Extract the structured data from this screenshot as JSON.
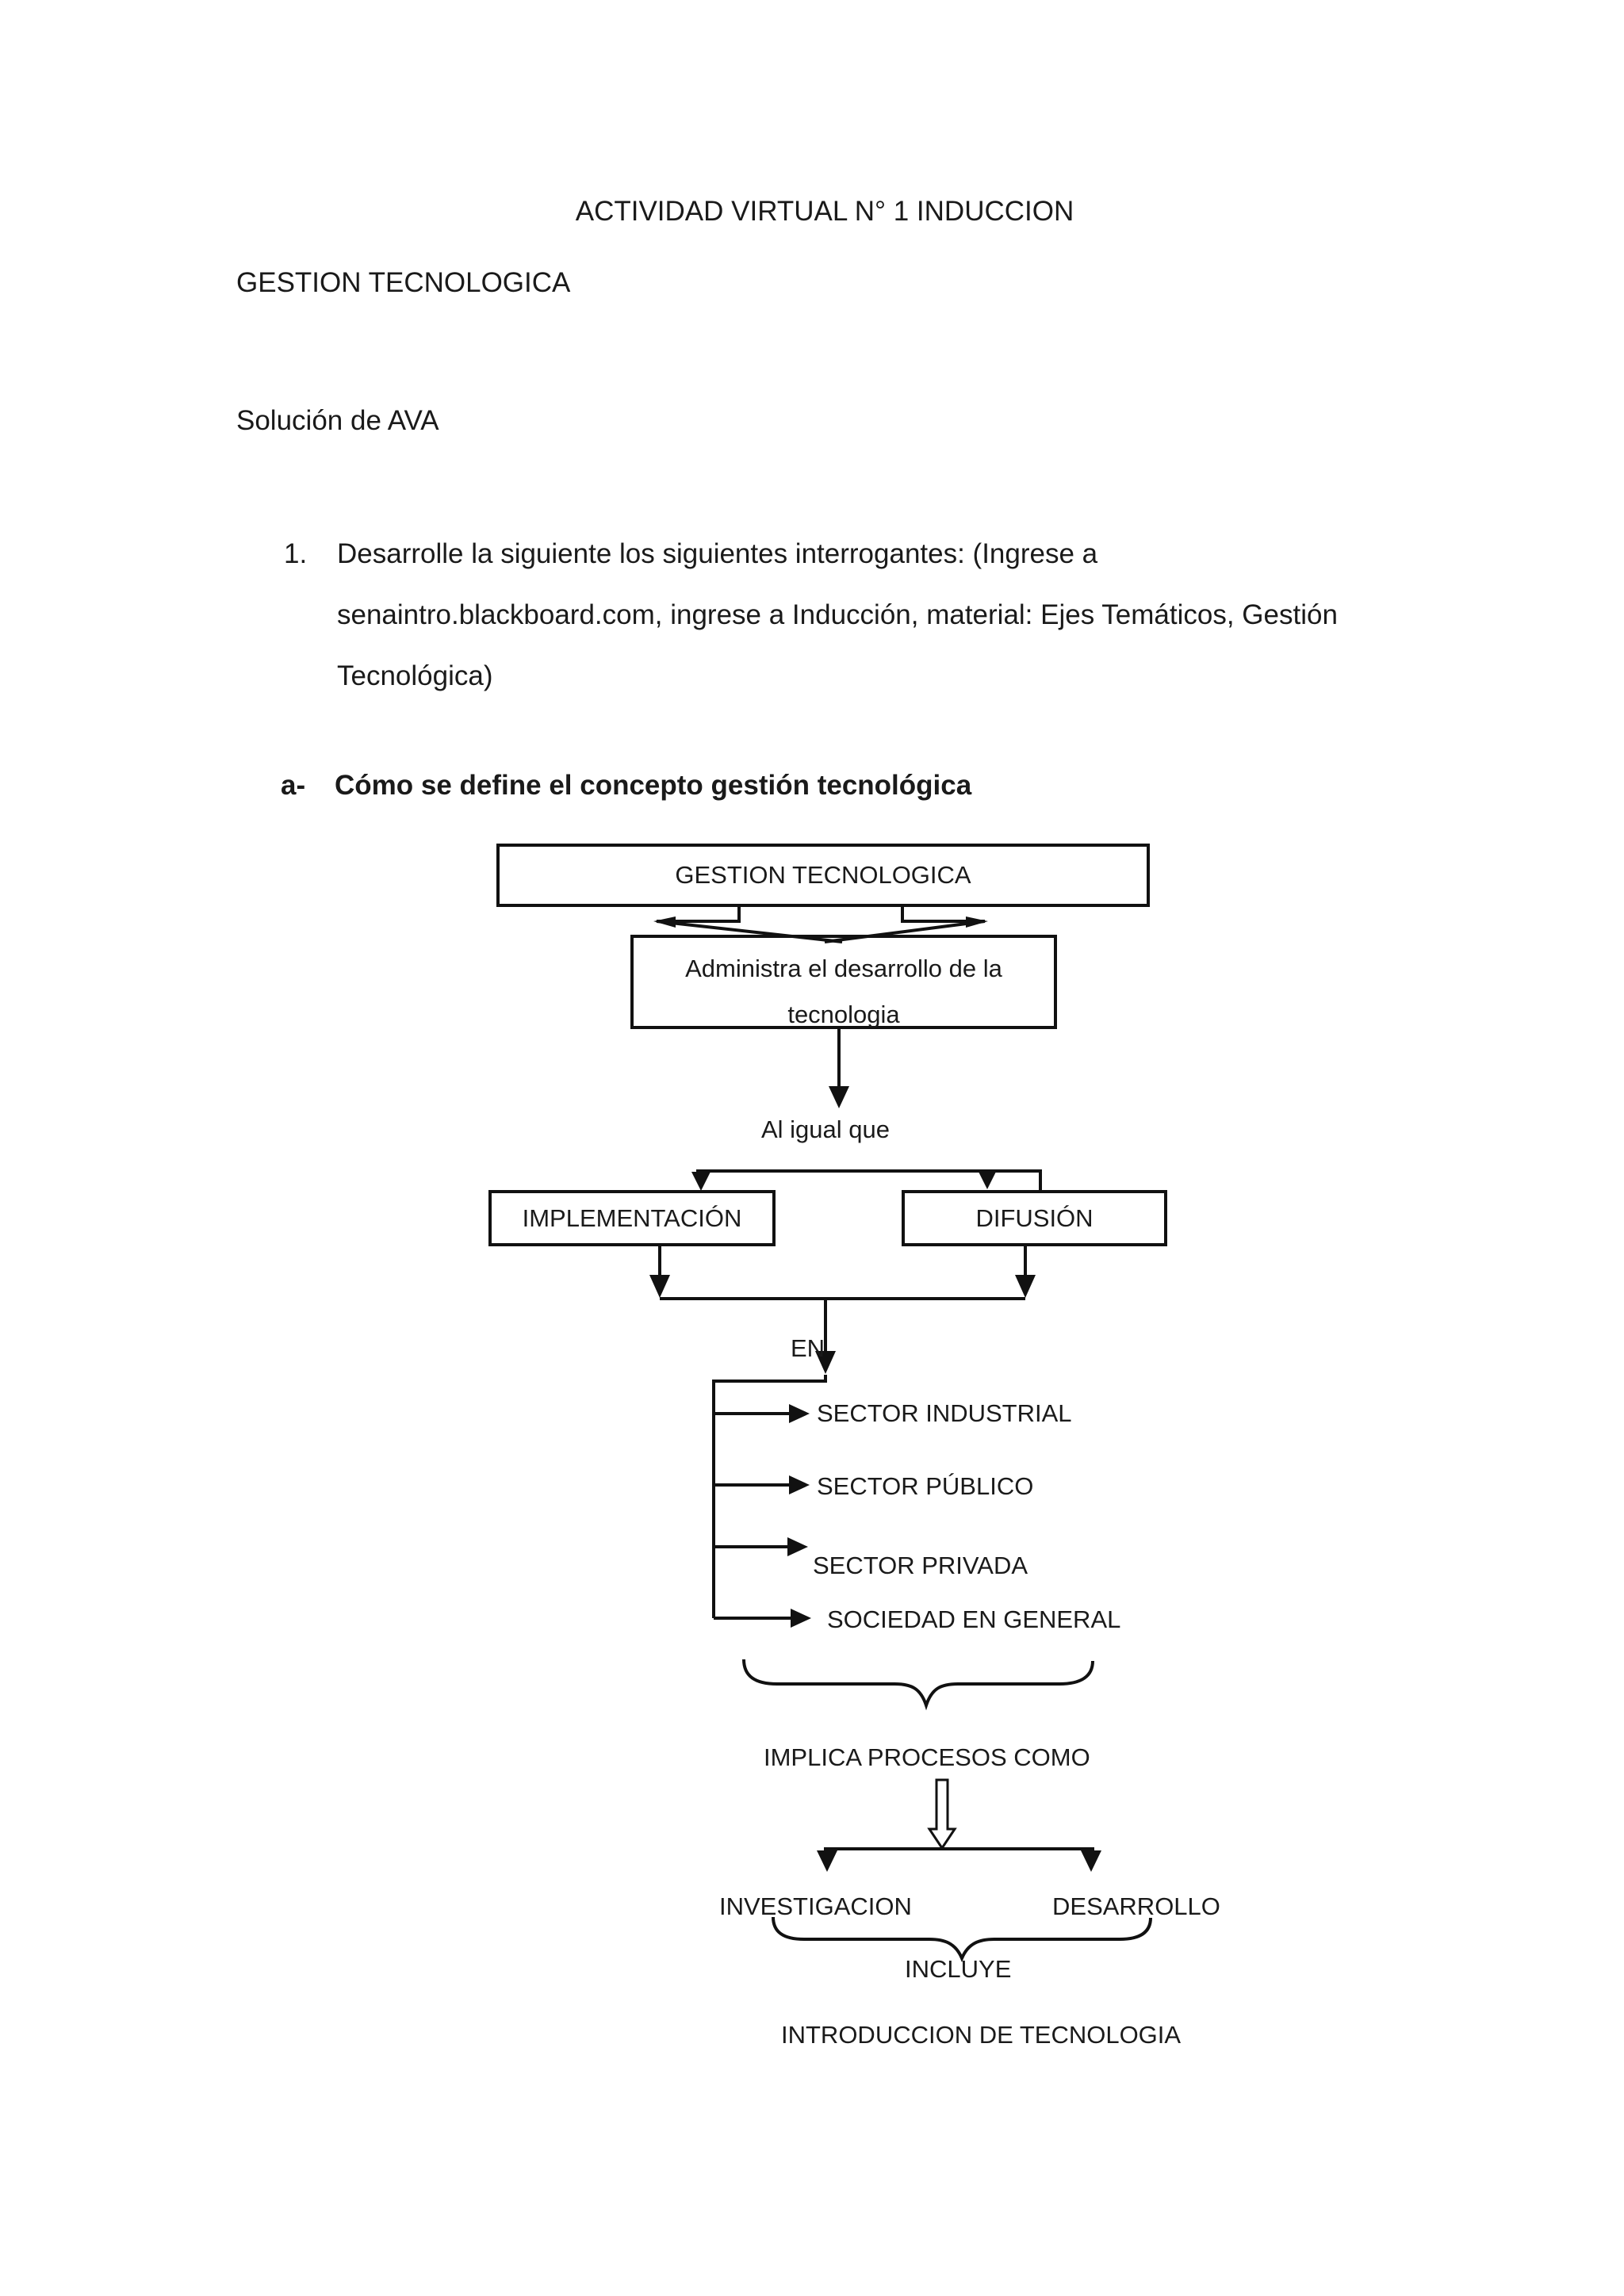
{
  "document": {
    "title": "ACTIVIDAD VIRTUAL N° 1 INDUCCION",
    "subtitle": "GESTION TECNOLOGICA",
    "section_label": "Solución de AVA",
    "list_item": {
      "number": "1.",
      "line1": "Desarrolle la siguiente los siguientes interrogantes: (Ingrese a",
      "line2": "senaintro.blackboard.com, ingrese a Inducción, material: Ejes Temáticos, Gestión",
      "line3": "Tecnológica)"
    },
    "question": {
      "label": "a-",
      "text": "Cómo se define el concepto gestión tecnológica"
    }
  },
  "flowchart": {
    "root_box": "GESTION TECNOLOGICA",
    "definition_box_line1": "Administra el desarrollo de la",
    "definition_box_line2": "tecnologia",
    "connector_label_1": "Al igual que",
    "branch_left_box": "IMPLEMENTACIÓN",
    "branch_right_box": "DIFUSIÓN",
    "connector_label_2": "EN",
    "sectors": [
      "SECTOR INDUSTRIAL",
      "SECTOR PÚBLICO",
      "SECTOR PRIVADA",
      "SOCIEDAD EN GENERAL"
    ],
    "implies_label": "IMPLICA PROCESOS COMO",
    "process_left": "INVESTIGACION",
    "process_right": "DESARROLLO",
    "includes_label": "INCLUYE",
    "result_label": "INTRODUCCION DE TECNOLOGIA"
  },
  "colors": {
    "background": "#ffffff",
    "text": "#1a1a1a",
    "line": "#111111"
  }
}
